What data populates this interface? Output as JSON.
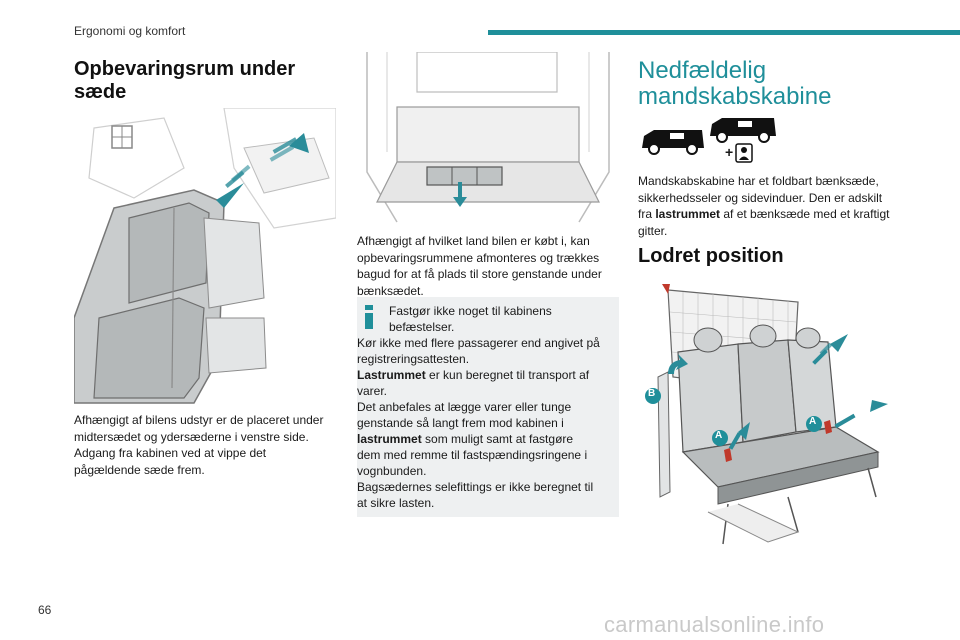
{
  "header": {
    "section": "Ergonomi og komfort"
  },
  "left": {
    "title_line1": "Opbevaringsrum under",
    "title_line2": "sæde",
    "body": [
      "Afhængigt af bilens udstyr er de placeret under",
      "midtersædet og ydersæderne i venstre side.",
      "Adgang fra kabinen ved at vippe det",
      "pågældende sæde frem."
    ]
  },
  "middle": {
    "body": [
      "Afhængigt af hvilket land bilen er købt i, kan",
      "opbevaringsrummene afmonteres og trækkes",
      "bagud for at få plads til store genstande under",
      "bænksædet."
    ],
    "info": {
      "line1": "Fastgør ikke noget til kabinens",
      "line2": "befæstelser.",
      "line3": "Kør ikke med flere passagerer end angivet på",
      "line4": "registreringsattesten.",
      "line5_bold": "Lastrummet",
      "line5_rest": " er kun beregnet til transport af",
      "line6": "varer.",
      "line7": "Det anbefales at lægge varer eller tunge",
      "line8": "genstande så langt frem mod kabinen i",
      "line9_bold": "lastrummet",
      "line9_rest": " som muligt samt at fastgøre",
      "line10": "dem med remme til fastspændingsringene i",
      "line11": "vognbunden.",
      "line12": "Bagsædernes selefittings er ikke beregnet til",
      "line13": "at sikre lasten."
    }
  },
  "right": {
    "title_line1": "Nedfældelig",
    "title_line2": "mandskabskabine",
    "body_line1": "Mandskabskabine har et foldbart bænksæde,",
    "body_line2": "sikkerhedsseler og sidevinduer. Den er adskilt",
    "body_line3_pre": "fra ",
    "body_line3_bold": "lastrummet",
    "body_line3_post": " af et bænksæde med et kraftigt",
    "body_line4": "gitter.",
    "subtitle": "Lodret position",
    "icon_plus": "+",
    "label_a": "A",
    "label_b": "B"
  },
  "footer": {
    "page_number": "66",
    "watermark": "carmanualsonline.info"
  },
  "colors": {
    "accent": "#1f8f9a",
    "info_bg": "#eef0f1",
    "arrow": "#2a8c99",
    "lever": "#c0392b"
  }
}
